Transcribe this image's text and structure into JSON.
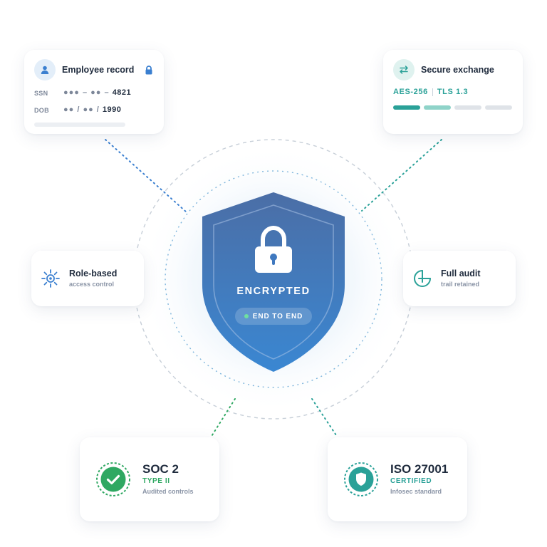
{
  "employee_card": {
    "title": "Employee record",
    "ssn_label": "SSN",
    "ssn_masked": "●●● – ●● –",
    "ssn_last": "4821",
    "dob_label": "DOB",
    "dob_masked": "●● / ●● /",
    "dob_year": "1990",
    "icons": [
      "user-icon",
      "lock-icon"
    ]
  },
  "exchange_card": {
    "title": "Secure exchange",
    "cipher": "AES-256",
    "protocol": "TLS 1.3",
    "strength_levels": [
      1,
      1,
      0,
      0
    ],
    "icons": [
      "swap-arrows-icon"
    ]
  },
  "rbac_card": {
    "title": "Role-based",
    "subtitle": "access control",
    "icons": [
      "gear-icon"
    ]
  },
  "audit_card": {
    "title": "Full audit",
    "subtitle": "trail retained",
    "icons": [
      "history-clock-icon"
    ]
  },
  "shield": {
    "label": "ENCRYPTED",
    "badge": "END TO END",
    "icons": [
      "padlock-icon"
    ]
  },
  "soc_card": {
    "title": "SOC 2",
    "type": "TYPE II",
    "subtitle": "Audited controls",
    "icons": [
      "checkmark-icon"
    ]
  },
  "iso_card": {
    "title": "ISO 27001",
    "status": "CERTIFIED",
    "subtitle": "Infosec standard",
    "icons": [
      "shield-icon"
    ]
  },
  "colors": {
    "shield_top": "#4a6fa8",
    "shield_bottom": "#3a86cf",
    "teal": "#2aa198",
    "green": "#2fa862",
    "blue": "#3a7fd0"
  }
}
